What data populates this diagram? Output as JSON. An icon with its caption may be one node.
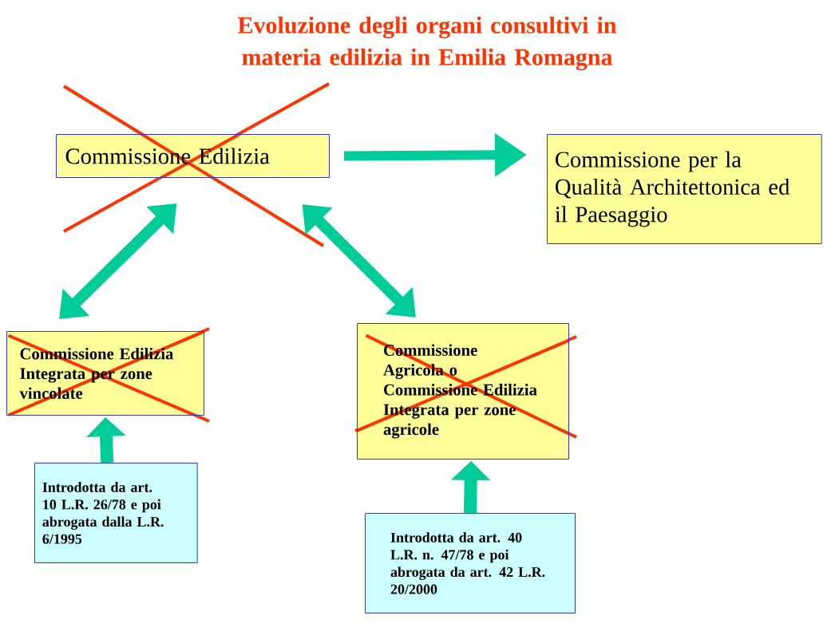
{
  "diagram": {
    "title": "Evoluzione degli organi consultivi in materia edilizia in Emilia Romagna",
    "nodes": [
      {
        "text": [
          "Commissione Edilizia"
        ]
      },
      {
        "text": [
          "Commissione per la Qualità Architettonica ed il Paesaggio"
        ]
      },
      {
        "text": [
          "Commissione Edilizia Integrata per zone vincolate"
        ]
      },
      {
        "text": [
          "Commissione Agricola o Commissione Edilizia Integrata per zone agricole"
        ]
      },
      {
        "text": [
          "Introdotta da art. 10 L.R. 26/78 e poi abrogata dalla L.R. 6/1995"
        ]
      },
      {
        "text": [
          "Introdotta da art. 40 L.R. n. 47/78 e poi abrogata da art. 42 L.R. 20/2000"
        ]
      }
    ],
    "edges": [
      {
        "from": 0,
        "to": 1,
        "arrow": "to"
      },
      {
        "from": 0,
        "to": 2,
        "arrow": "both"
      },
      {
        "from": 0,
        "to": 3,
        "arrow": "both"
      },
      {
        "from": 4,
        "to": 2,
        "arrow": "to"
      },
      {
        "from": 5,
        "to": 3,
        "arrow": "to"
      }
    ]
  }
}
